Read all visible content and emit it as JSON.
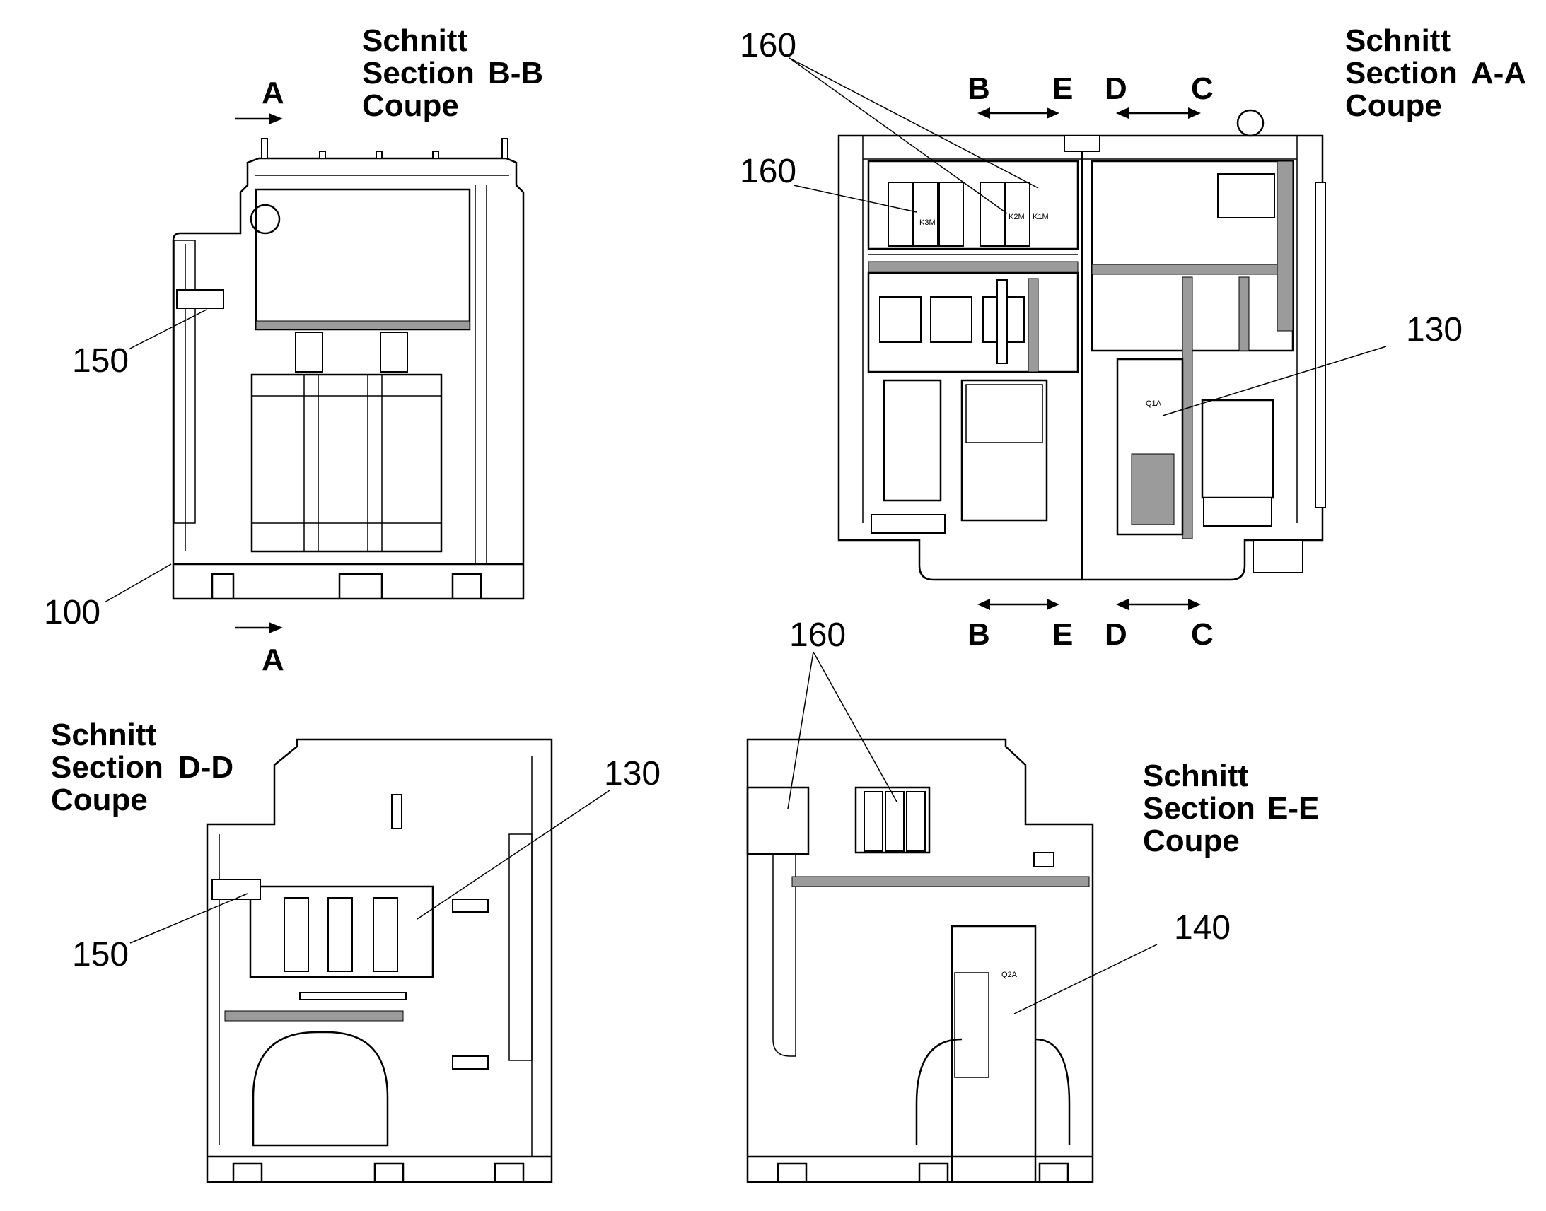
{
  "views": {
    "bb": {
      "l1": "Schnitt",
      "l2": "Section",
      "l3": "Coupe",
      "tag": "B-B"
    },
    "aa": {
      "l1": "Schnitt",
      "l2": "Section",
      "l3": "Coupe",
      "tag": "A-A"
    },
    "dd": {
      "l1": "Schnitt",
      "l2": "Section",
      "l3": "Coupe",
      "tag": "D-D"
    },
    "ee": {
      "l1": "Schnitt",
      "l2": "Section",
      "l3": "Coupe",
      "tag": "E-E"
    }
  },
  "section_arrows": {
    "a": "A",
    "b": "B",
    "c": "C",
    "d": "D",
    "e": "E"
  },
  "callouts": {
    "c100": "100",
    "c130": "130",
    "c140": "140",
    "c150": "150",
    "c160": "160"
  },
  "component_tags": {
    "k3m": "K3M",
    "k2m": "K2M",
    "k1m": "K1M",
    "q1a": "Q1A",
    "q2a": "Q2A"
  }
}
